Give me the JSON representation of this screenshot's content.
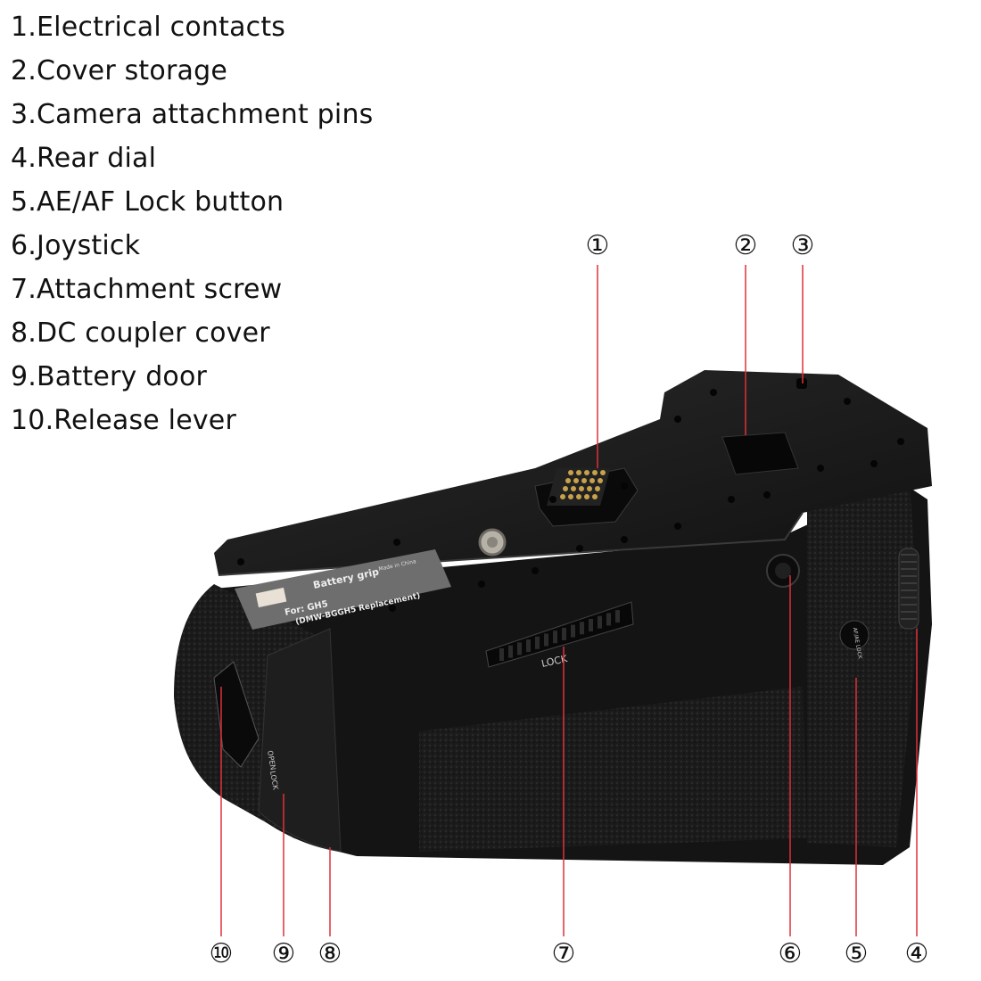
{
  "legend": [
    "1.Electrical contacts",
    "2.Cover storage",
    "3.Camera attachment pins",
    "4.Rear dial",
    "5.AE/AF Lock button",
    "6.Joystick",
    "7.Attachment screw",
    "8.DC coupler cover",
    "9.Battery door",
    "10.Release lever"
  ],
  "callouts": {
    "c1": "①",
    "c2": "②",
    "c3": "③",
    "c4": "④",
    "c5": "⑤",
    "c6": "⑥",
    "c7": "⑦",
    "c8": "⑧",
    "c9": "⑨",
    "c10": "⑩"
  },
  "product_label": {
    "title": "Battery grip",
    "model": "For: GH5",
    "replacement": "(DMW-BGGH5 Replacement)",
    "origin": "Made in China"
  },
  "markings": {
    "screw_lock": "LOCK",
    "afae_button": "AF/AE LOCK",
    "door_open": "OPEN",
    "door_lock": "LOCK"
  },
  "colors": {
    "body": "#151515",
    "contacts": "#c8a24a",
    "label": "#6e6e6e"
  }
}
